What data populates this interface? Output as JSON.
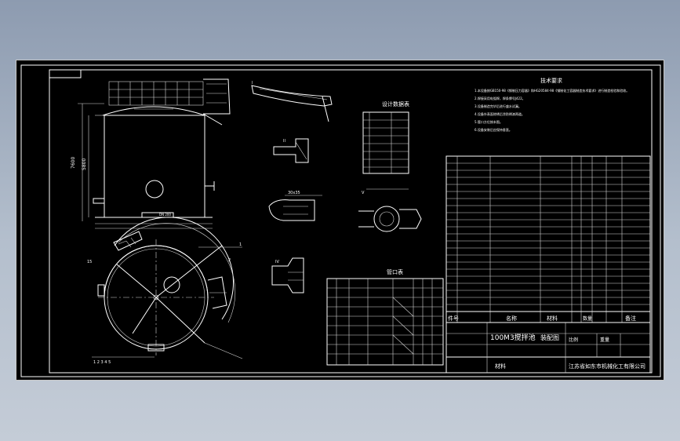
{
  "tables": {
    "tech_title": "技术要求",
    "nozzle_title": "管口表",
    "design_title": "设计数据表",
    "note_lines": [
      "1.本设备按GB150-98《钢制压力容器》和HG20584-98《钢制化工容器制造技术要求》进行制造检验和验收。",
      "2.焊接采用电弧焊，焊条牌号J422。",
      "3.设备制造完毕后进行盛水试漏。",
      "4.设备外表面除锈后涂防锈漆两道。",
      "5.管口方位按本图。",
      "6.设备安装后应保持垂直。"
    ]
  },
  "title_block": {
    "drawing_title": "100M3搅拌池",
    "drawing_subtitle": "装配图",
    "company": "江苏省如东市机械化工有限公司",
    "material_label": "材料",
    "scale_label": "比例",
    "weight_label": "重量",
    "item_label": "件号",
    "name_label": "名称",
    "qty_label": "数量",
    "remark_label": "备注"
  }
}
